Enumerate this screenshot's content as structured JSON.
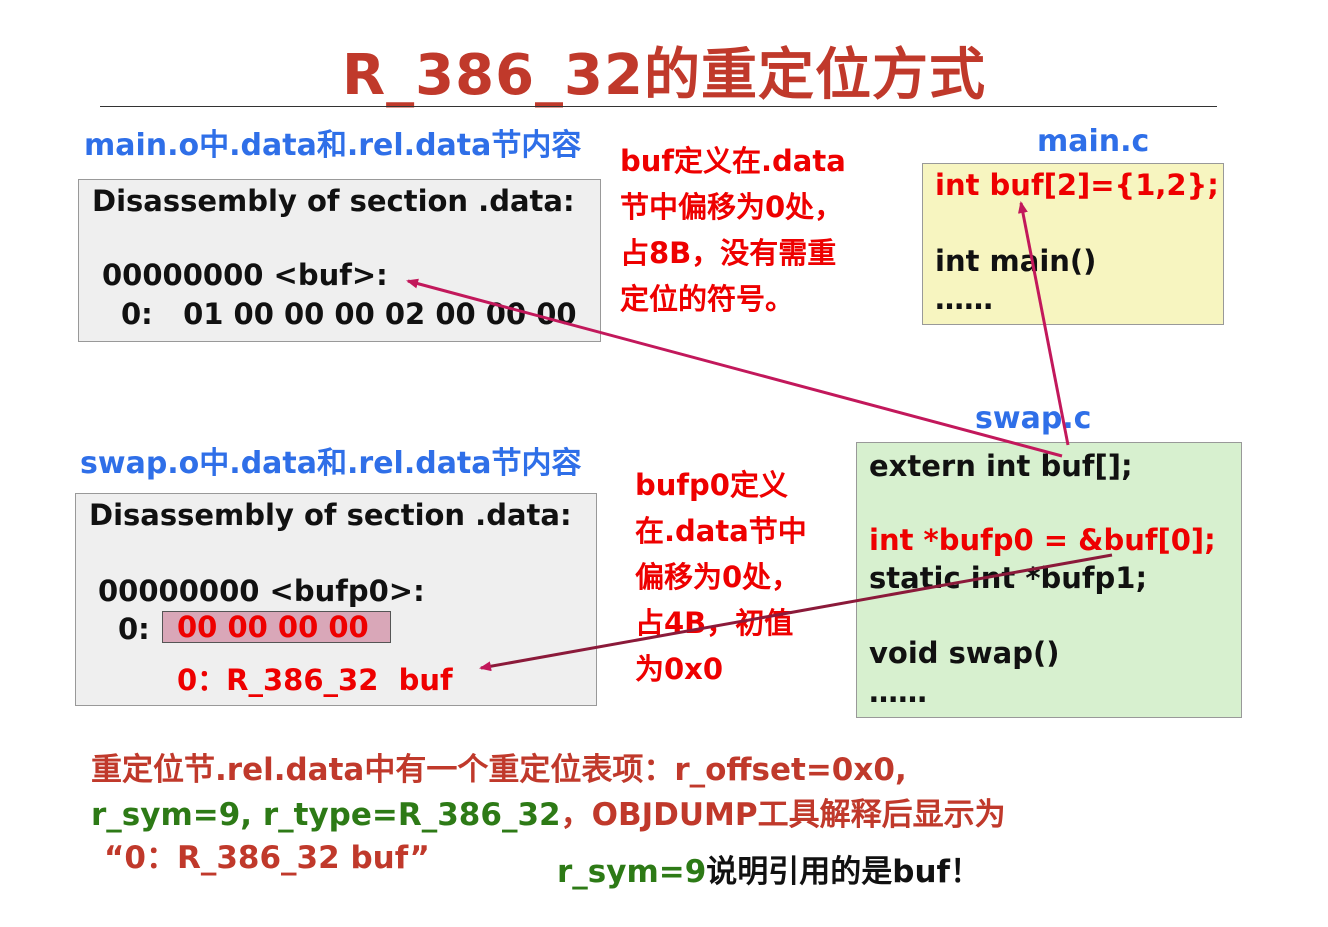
{
  "title": "R_386_32的重定位方式",
  "main_o": {
    "heading": "main.o中.data和.rel.data节内容",
    "line1": "Disassembly of section .data:",
    "line2": "00000000 <buf>:",
    "line3": "0:   01 00 00 00 02 00 00 00"
  },
  "swap_o": {
    "heading": "swap.o中.data和.rel.data节内容",
    "line1": "Disassembly of section .data:",
    "line2": "00000000 <bufp0>:",
    "offset_label": "0:",
    "bytes": "00 00 00 00",
    "reloc": "0：R_386_32  buf"
  },
  "annotation_buf": [
    "buf定义在.data",
    "节中偏移为0处，",
    "占8B，没有需重",
    "定位的符号。"
  ],
  "annotation_bufp0": [
    "bufp0定义",
    "在.data节中",
    "偏移为0处，",
    "占4B，初值",
    "为0x0"
  ],
  "main_c": {
    "heading": "main.c",
    "line1": "int buf[2]={1,2};",
    "line2": "int main()",
    "line3": "……"
  },
  "swap_c": {
    "heading": "swap.c",
    "line1": "extern int buf[];",
    "line2": "int *bufp0 = &buf[0];",
    "line3": "static int *bufp1;",
    "line4": "void swap()",
    "line5": "……"
  },
  "bottom": {
    "l1": "重定位节.rel.data中有一个重定位表项：r_offset=0x0,",
    "l2a": "r_sym=9, r_type=R_386_32",
    "l2b": "，OBJDUMP工具解释后显示为",
    "l3": "“0：R_386_32 buf”",
    "l4a": "r_sym=9",
    "l4b": "说明引用的是buf！"
  },
  "colors": {
    "title": "#c0392b",
    "heading": "#2f6fe8",
    "annotation": "#ee0000",
    "arrow": "#c2185b"
  }
}
